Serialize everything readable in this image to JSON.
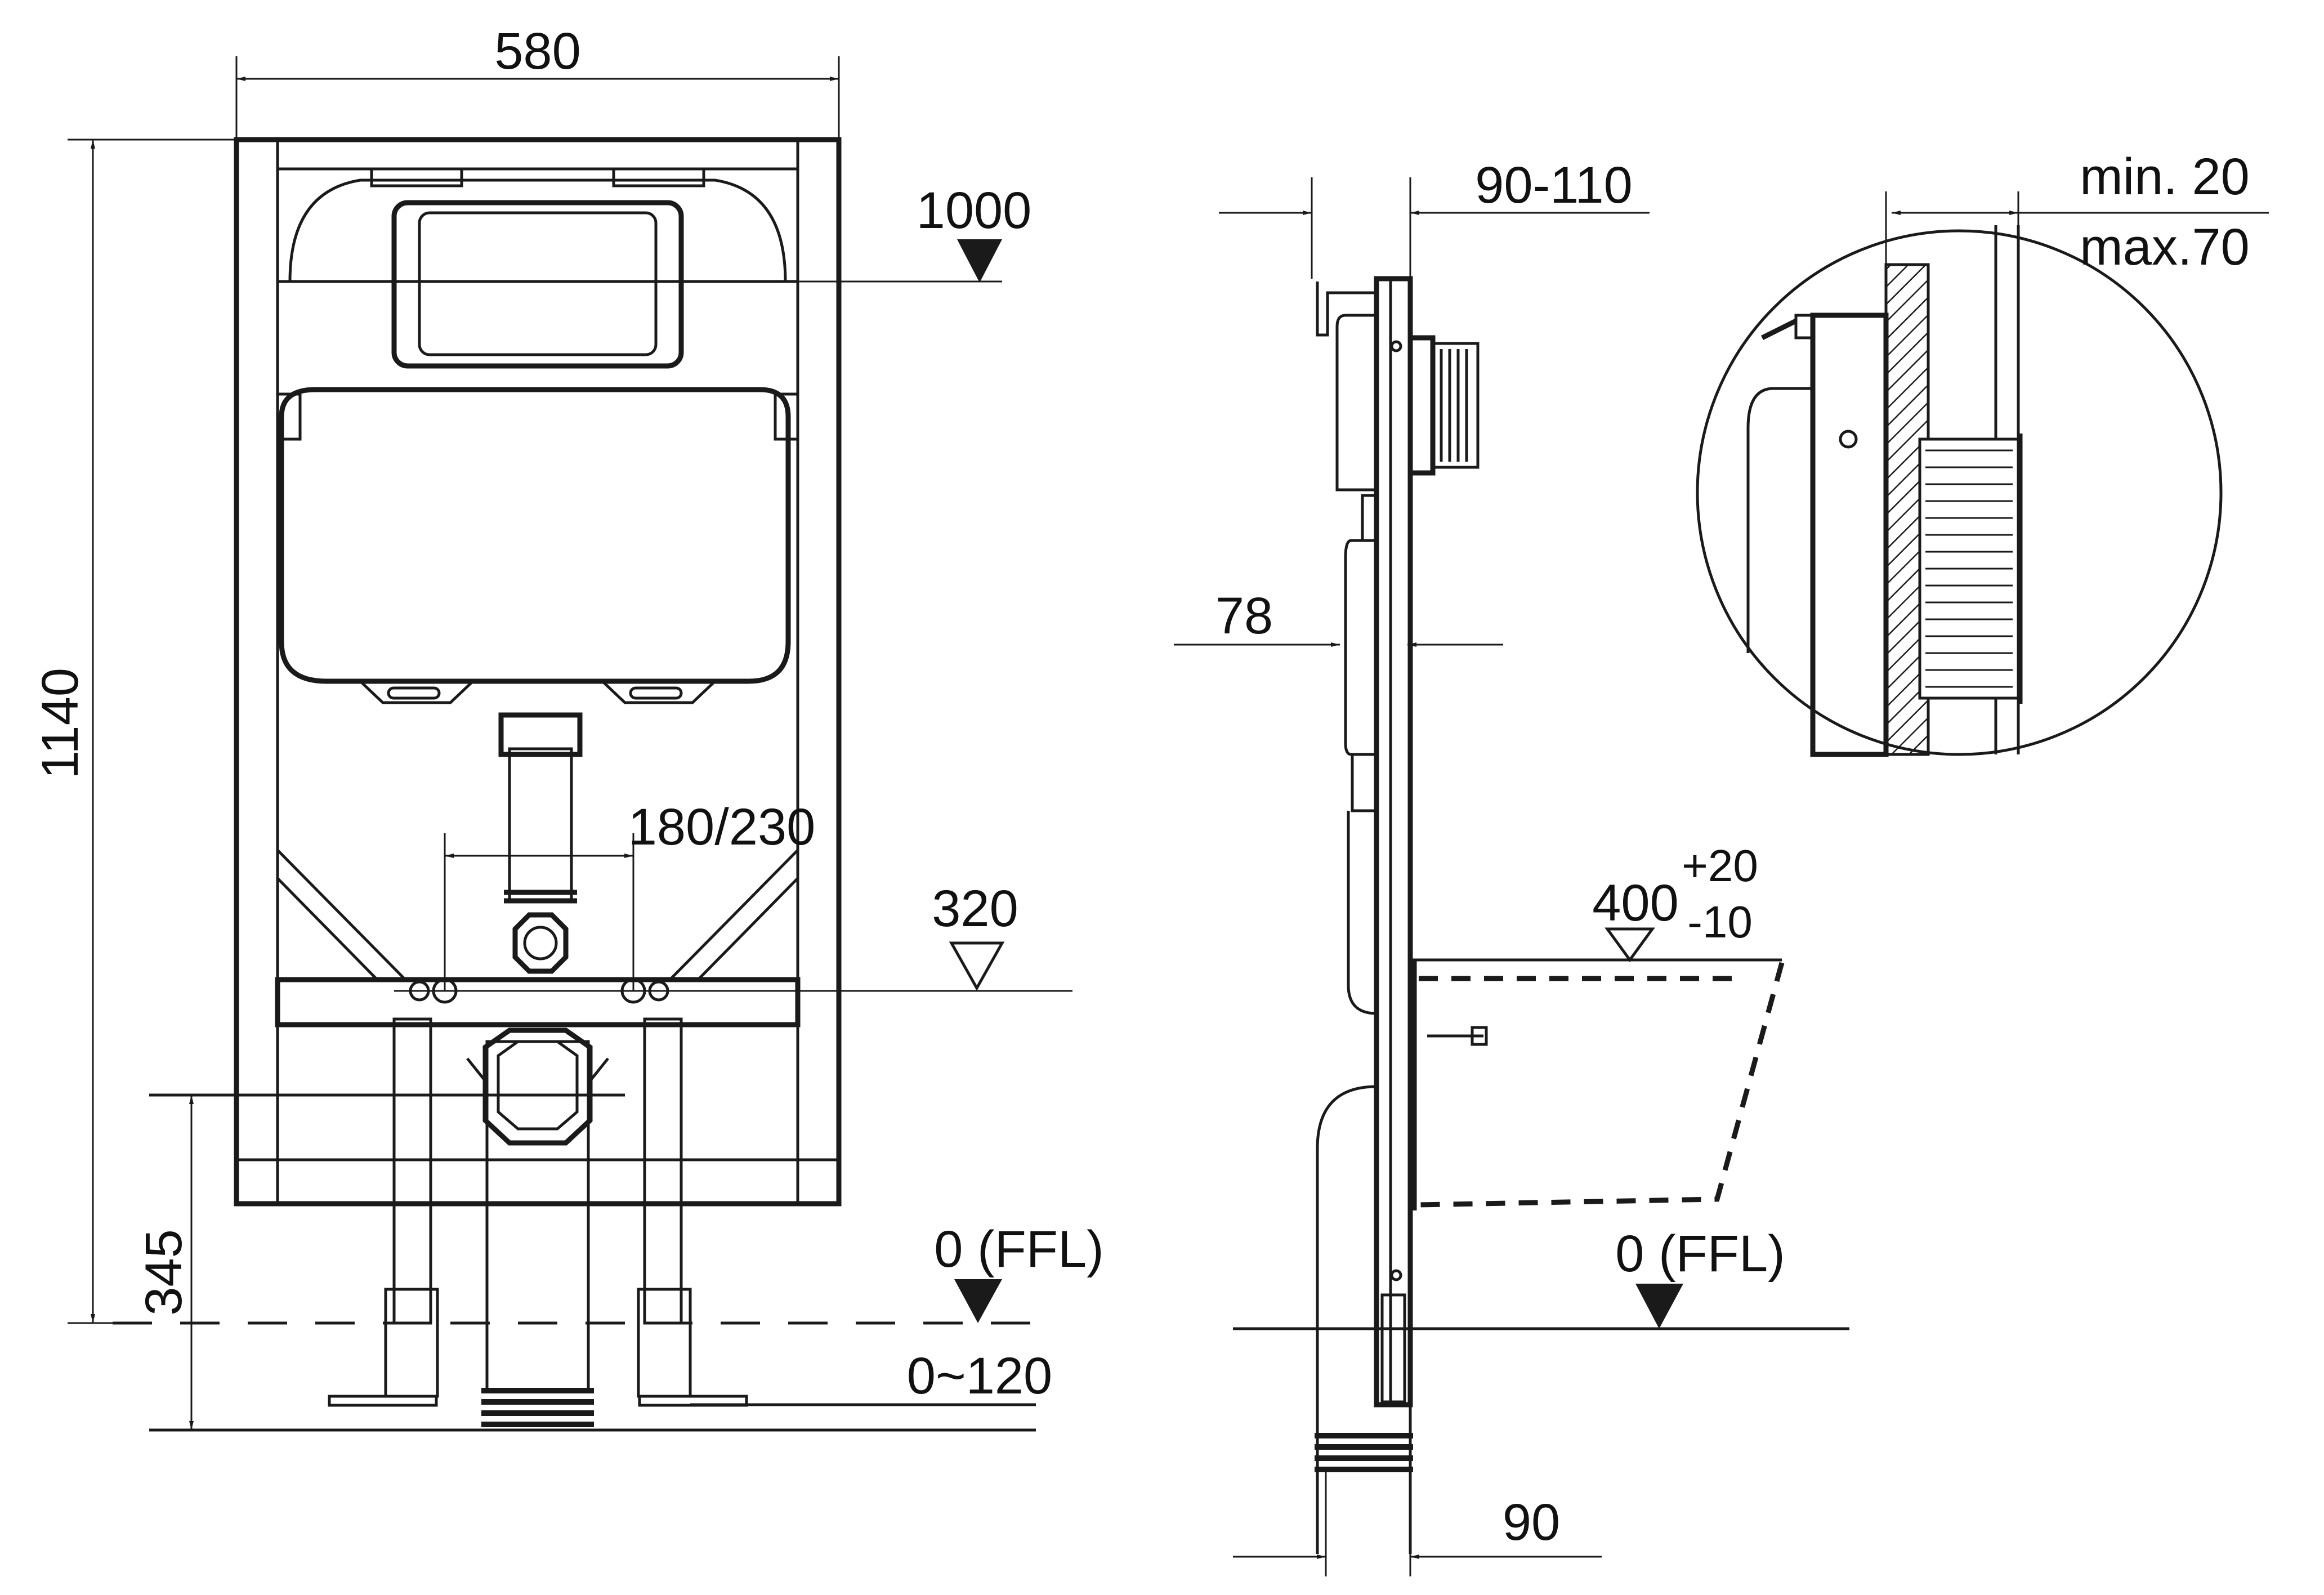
{
  "front_view": {
    "width": "580",
    "height": "1140",
    "flush_height": "1000",
    "connection_spacing": "180/230",
    "connection_height": "320",
    "outlet_height": "345",
    "floor_level": "0 (FFL)",
    "leg_adjust": "0~120"
  },
  "side_view": {
    "depth_range": "90-110",
    "cistern_depth": "78",
    "wc_height_base": "400",
    "wc_tol_plus": "+20",
    "wc_tol_minus": "-10",
    "floor_level": "0 (FFL)",
    "outlet_depth": "90"
  },
  "detail_view": {
    "wall_min": "min. 20",
    "wall_max": "max.70"
  }
}
